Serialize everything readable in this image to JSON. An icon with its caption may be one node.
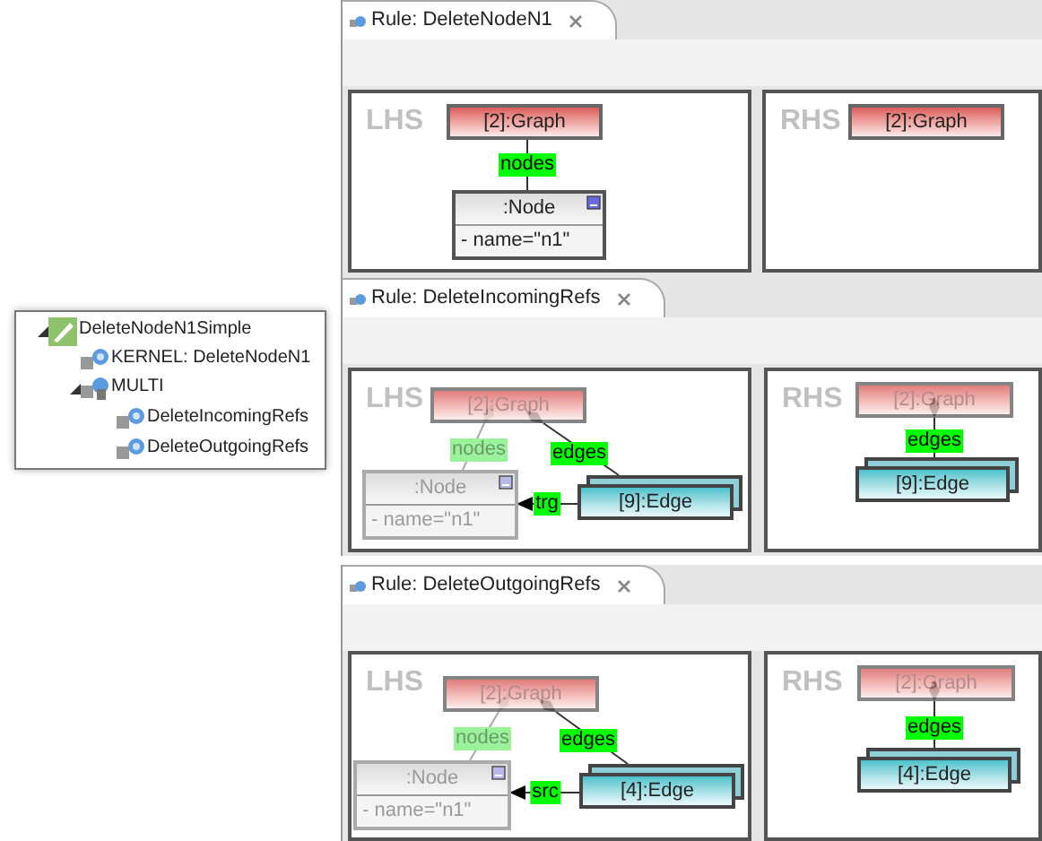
{
  "diagram": {
    "nodes": [
      {
        "text": [
          "LHS"
        ]
      },
      {
        "text": [
          "[2]:Graph"
        ],
        "in": 0
      },
      {
        "text": [
          ":Node",
          "- name=\"n1\""
        ],
        "in": 0
      },
      {
        "text": [
          "RHS"
        ]
      },
      {
        "text": [
          "[2]:Graph"
        ],
        "in": 3
      },
      {
        "text": [
          "LHS"
        ]
      },
      {
        "text": [
          "[2]:Graph"
        ],
        "in": 5
      },
      {
        "text": [
          ":Node",
          "- name=\"n1\""
        ],
        "in": 5
      },
      {
        "text": [
          "[9]:Edge"
        ],
        "in": 5
      },
      {
        "text": [
          "RHS"
        ]
      },
      {
        "text": [
          "[2]:Graph"
        ],
        "in": 9
      },
      {
        "text": [
          "[9]:Edge"
        ],
        "in": 9
      },
      {
        "text": [
          "LHS"
        ]
      },
      {
        "text": [
          "[2]:Graph"
        ],
        "in": 12
      },
      {
        "text": [
          ":Node",
          "- name=\"n1\""
        ],
        "in": 12
      },
      {
        "text": [
          "[4]:Edge"
        ],
        "in": 12
      },
      {
        "text": [
          "RHS"
        ]
      },
      {
        "text": [
          "[2]:Graph"
        ],
        "in": 16
      },
      {
        "text": [
          "[4]:Edge"
        ],
        "in": 16
      }
    ],
    "edges": [
      {
        "from": 1,
        "to": 2,
        "arrow": "other",
        "label": "nodes"
      },
      {
        "from": 6,
        "to": 7,
        "arrow": "other",
        "label": "nodes",
        "color": "#a8a8a8"
      },
      {
        "from": 6,
        "to": 8,
        "arrow": "other",
        "label": "edges"
      },
      {
        "from": 8,
        "to": 7,
        "arrow": "to",
        "label": "trg"
      },
      {
        "from": 10,
        "to": 11,
        "arrow": "other",
        "label": "edges"
      },
      {
        "from": 13,
        "to": 14,
        "arrow": "other",
        "label": "nodes",
        "color": "#a8a8a8"
      },
      {
        "from": 13,
        "to": 15,
        "arrow": "other",
        "label": "edges"
      },
      {
        "from": 15,
        "to": 14,
        "arrow": "to",
        "label": "src"
      },
      {
        "from": 17,
        "to": 18,
        "arrow": "other",
        "label": "edges"
      }
    ],
    "labels": [
      "DeleteNodeN1Simple",
      "KERNEL: DeleteNodeN1",
      "MULTI",
      "DeleteIncomingRefs",
      "DeleteOutgoingRefs",
      "Rule: DeleteNodeN1",
      "Rule: DeleteIncomingRefs",
      "Rule: DeleteOutgoingRefs"
    ]
  }
}
